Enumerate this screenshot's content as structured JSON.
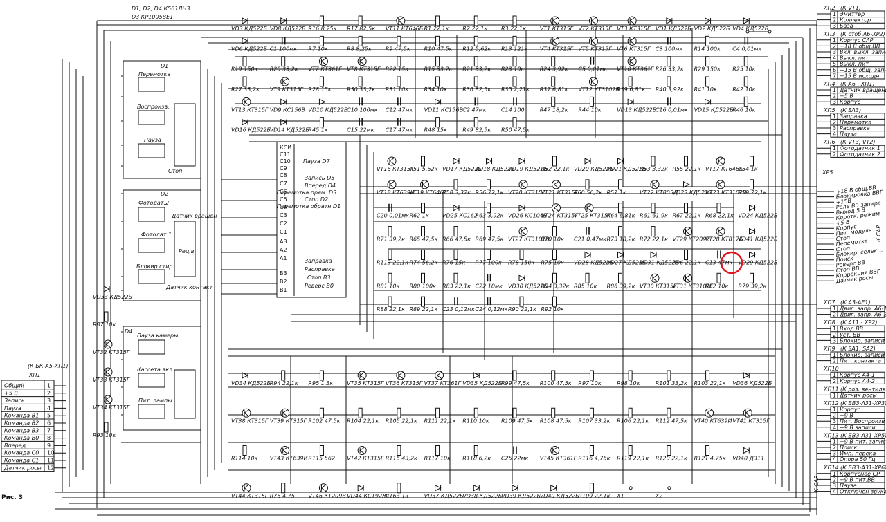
{
  "caption": "Рис. 3",
  "top_notes": {
    "line1": "D1, D2, D4  К561ЛН3",
    "line2": "D3  КР1005ВЕ1"
  },
  "blocks": {
    "d1": {
      "ref": "D1",
      "items": [
        "Перемотка",
        "Воспроизв.",
        "Пауза",
        "Стоп"
      ]
    },
    "d2": {
      "ref": "D2",
      "items": [
        "Фотодат.2",
        "Фотодат.1",
        "Датчик вращен",
        "Рец.в",
        "Блокир.стир",
        "Датчик контакт"
      ]
    },
    "d4": {
      "ref": "D4",
      "items": [
        "Пауза камеры",
        "Кассета вкл",
        "Пит. лампы"
      ]
    },
    "d3": {
      "ref": "D3",
      "left_pins": [
        "КСИ",
        "С11",
        "С10",
        "С9",
        "С8",
        "С7",
        "С6",
        "С5",
        "С4",
        "С3",
        "С2",
        "С1",
        "А3",
        "А2",
        "А1",
        "В3",
        "В2",
        "В1"
      ],
      "right_labels": [
        "Пауза  D7",
        "Запись  D5",
        "Вперед  D4",
        "Перемотка прям. D3",
        "Стоп  D2",
        "Перемотка обратн D1",
        "Заправка",
        "Расправка",
        "Стоп  В3",
        "Реверс  В0"
      ]
    }
  },
  "left_connector": {
    "header": "(К БК-А5-ХП1)",
    "ref": "ХП1",
    "rows": [
      {
        "n": "1",
        "label": "Общий"
      },
      {
        "n": "2",
        "label": "+5 В"
      },
      {
        "n": "3",
        "label": "Запись"
      },
      {
        "n": "4",
        "label": "Пауза"
      },
      {
        "n": "5",
        "label": "Команда В1"
      },
      {
        "n": "6",
        "label": "Команда В2"
      },
      {
        "n": "7",
        "label": "Команда В3"
      },
      {
        "n": "8",
        "label": "Команда В0"
      },
      {
        "n": "9",
        "label": "Вперед"
      },
      {
        "n": "10",
        "label": "Команда С0"
      },
      {
        "n": "11",
        "label": "Команда С1"
      },
      {
        "n": "12",
        "label": "Датчик росы"
      }
    ]
  },
  "right_connectors": [
    {
      "ref": "ХП2",
      "header": "(К VТ1)",
      "rows": [
        "Эмиттер",
        "Коллектор",
        "База"
      ]
    },
    {
      "ref": "ХП3",
      "header": "(К стоб А6-ХР2)",
      "rows": [
        "Корпус САР",
        "+18 В общ.ВВ",
        "Вкл. выкл. запис",
        "Выкл. пит",
        "Выкл. пит",
        "+15 В общ. запит",
        "+15 В исходн"
      ]
    },
    {
      "ref": "ХП4",
      "header": "(К А6 - ХП1)",
      "rows": [
        "Датчик вращения",
        "+5 В",
        "Корпус"
      ]
    },
    {
      "ref": "ХП5",
      "header": "(К SА3)",
      "rows": [
        "Заправка",
        "Перемотка",
        "Расправка",
        "Пауза"
      ]
    },
    {
      "ref": "ХП6",
      "header": "(К VТ3, VТ2)",
      "rows": [
        "Фотодатчик 1",
        "Фотодатчик 2"
      ]
    },
    {
      "ref": "ХП7",
      "header": "(К АЗ-АЕ1)",
      "rows": [
        "Двиг. запр. А6-1",
        "Двиг. запр. А6-2"
      ]
    },
    {
      "ref": "ХП8",
      "header": "(К А11 - ХР2)",
      "rows": [
        "Вход ВВ",
        "Уст. ВВ",
        "Блокир. записи"
      ]
    },
    {
      "ref": "ХП9",
      "header": "(К SА1, SА2)",
      "rows": [
        "Блокир. записи",
        "Пит. контакта"
      ]
    },
    {
      "ref": "ХП10",
      "header": "",
      "rows": [
        "Корпус А4-1",
        "Корпус А4-2"
      ]
    },
    {
      "ref": "ХП11",
      "header": "(К роз. вентиляции)",
      "rows": [
        "Датчик росы"
      ]
    },
    {
      "ref": "ХП12",
      "header": "(К БВЗ-А31-ХР3)",
      "rows": [
        "Корпус",
        "+9 В",
        "Пит. Воспроизв",
        "+9 В записи"
      ]
    },
    {
      "ref": "ХП13",
      "header": "(К БВЗ-А31-ХР5)",
      "rows": [
        "+9 В пит. записи",
        "Поиск",
        "Имп. перека",
        "Опора 50 Гц"
      ]
    },
    {
      "ref": "ХП14",
      "header": "(К БВЗ-А31-ХР6)",
      "rows": [
        "Корпусное СР",
        "+9 В пит.ВВ",
        "Пауза",
        "Отключен звука"
      ]
    }
  ],
  "right_side": {
    "vertical_label": "К САР",
    "vertical_label2": "К САР",
    "xp_label": "ХР5",
    "signals": [
      "+18 В общ.ВВ",
      "Блокировка ВВГ",
      "+15В",
      "Реле ВВ запира",
      "Выход 5 В",
      "Коротк. режим",
      "+5 В",
      "Корпус",
      "Пит. модуль",
      "Стоп",
      "Перемотка",
      "Стоп",
      "Блокир. селекц.",
      "Поиск",
      "Реверс ВВ",
      "Стоп ВВ",
      "Коррекция ВВГ",
      "Датчик росы"
    ]
  },
  "components": [
    "VD3 КД522Б",
    "VD8 КД522Б",
    "R16 8,25к",
    "R17 82,5к",
    "VТ11 КТ646Б",
    "R1 22,1к",
    "R2 22,1к",
    "R3 22,1к",
    "VT1 КТ315Г",
    "VT2 КТ315Г",
    "VT3 КТ315Г",
    "VD1 КД522Б",
    "VD2 КД522Б",
    "VD4 КД522Б",
    "VD6 КД522Б",
    "С1 100мк",
    "R7 10к",
    "R8 8,25к",
    "R9 47,5к",
    "R10 47,5к",
    "R12 5,62к",
    "R13 121к",
    "VТ4 КТ315Г",
    "VТ5 КТ315Г",
    "VТ6 КТ315Г",
    "С3 100мк",
    "R14 100к",
    "С4 0,01мк",
    "R19 150к",
    "R20 33,2к",
    "VТ7 КТ361Г",
    "VТ8 КТ315Г",
    "R22 15к",
    "R15 33,2к",
    "R21 33,2к",
    "R23 10к",
    "R24 3,92к",
    "С5 0,01мк",
    "VТ10 КТ361Г",
    "R26 33,2к",
    "R29 150к",
    "R25 10к",
    "R27 33,2к",
    "VТ9 КТ315Г",
    "R28 15к",
    "R30 33,2к",
    "R31 10к",
    "R34 10к",
    "R36 82,5к",
    "R35 2,21к",
    "R37 6,81к",
    "VТ12 КТ3102В",
    "R39 6,81к",
    "R40 3,92к",
    "R41 10к",
    "R42 10к",
    "VТ13 КТ315Г",
    "VD9 КС156В",
    "VD10 КД522Б",
    "С10 100мк",
    "С12 47мк",
    "VD11 КС156В",
    "С2 47мк",
    "С14 100",
    "R47 18,2к",
    "R44 10к",
    "VD13 КД522Б",
    "С16 0,01мк",
    "VD15 КД522Б",
    "R46 10к",
    "VD16 КД522Б",
    "VD14 КД522Б",
    "R45 1к",
    "С15 22мк",
    "С17 47мк",
    "R48 15к",
    "R49 82,5к",
    "R50 47,5к",
    "VТ16 КТ315Г",
    "R51 5,62к",
    "VD17 КД522Б",
    "VD18 КД522Б",
    "VD19 КД522Б",
    "R52 22,1к",
    "VD20 КД522Б",
    "VD21 КД522Б",
    "R53 3,32к",
    "R55 22,1к",
    "VТ17 КТ646Б",
    "R54 1к",
    "VТ18 КТ639И",
    "VТ19 КТ646Б",
    "R58 3,32к",
    "R56 22,1к",
    "VТ20 КТ315Г",
    "VТ21 КТ315Г",
    "R60 56,2к",
    "R57 1к",
    "VТ22 КТ805Д",
    "VD23 КД522Б",
    "VТ23 КТ3102В",
    "R59 22,1к",
    "С20 0,01мк",
    "R62 1к",
    "VD25 КС162",
    "R63 3,92к",
    "VD26 КС104Б",
    "VТ24 КТ315Г",
    "VТ25 КТ315Г",
    "R64 6,81к",
    "R61 61,9к",
    "R67 22,1к",
    "R68 22,1к",
    "VD24 КД522Б",
    "R71 39,2к",
    "R65 47,5к",
    "R66 47,5к",
    "R69 47,5к",
    "VТ27 КТ3102В",
    "R70 10к",
    "С21 0,47мк",
    "R73 18,2к",
    "R72 22,1к",
    "VТ29 КТ209В",
    "VТ28 КТ817Б",
    "VD41 КД522Б",
    "R113 22,1к",
    "R74 56,2к",
    "R76 15к",
    "R77 100к",
    "R78 150к",
    "R75 10к",
    "VD28 КД522Б",
    "VD27 КД522Б",
    "VD31 КД522Б",
    "R96 22,1к",
    "С13 47мк",
    "VD29 КД522Б",
    "R81 10к",
    "R80 100к",
    "R83 22,1к",
    "С22 10мк",
    "VD30 КД522Б",
    "R84 3,32к",
    "R85 10к",
    "R86 39,2к",
    "VТ30 КТ315Г",
    "VТ31 КТ3102Г",
    "R82 10к",
    "R79 39,2к",
    "R88 22,1к",
    "R89 22,1к",
    "С23 0,12мк",
    "С24 0,12мк",
    "R90 22,1к",
    "R92 10к",
    "VD33 КД522Б",
    "R87 10к",
    "VТ32 КТ315Г",
    "VТ33 КТ315Г",
    "VТ34 КТ315Г",
    "R93 10к",
    "VD34 КД522Б",
    "R94 22,1к",
    "R95 1,3к",
    "VТ35 КТ315Г",
    "VТ36 КТ315Г",
    "VТ37 КТ361Г",
    "VD35 КД522Б",
    "R99 47,5к",
    "R100 47,5к",
    "R97 10к",
    "R98 10к",
    "R101 33,2к",
    "R103 22,1к",
    "VD36 КД522Б",
    "VТ38 КТ315Г",
    "VТ39 КТ315Г",
    "R102 47,5к",
    "R104 22,1к",
    "R105 22,1к",
    "R111 22,1к",
    "R110 10к",
    "R109 47,5к",
    "R108 47,5к",
    "R107 33,2к",
    "R106 22,1к",
    "R112 47,5к",
    "VТ40 КТ639И",
    "VТ41 КТ315Г",
    "R114 10к",
    "VТ43 КТ639И",
    "R115 562",
    "VТ42 КТ315Г",
    "R116 43,2к",
    "R117 10к",
    "R118 6,2к",
    "С25 22мк",
    "VТ45 КТ361Г",
    "R116 4,75к",
    "R119 22,1к",
    "R120 22,1к",
    "R121 4,75к",
    "VD40 Д311",
    "VТ44 КТ315Г",
    "R76 4,75",
    "VТ46 КТ209В",
    "VD44 КС192Ж",
    "R163 1к",
    "VD37 КД522Б",
    "VD38 КД522Б",
    "VD39 КД522Б",
    "VD40 КД522Б",
    "R109 22,1к",
    "Х1",
    "Х2"
  ]
}
